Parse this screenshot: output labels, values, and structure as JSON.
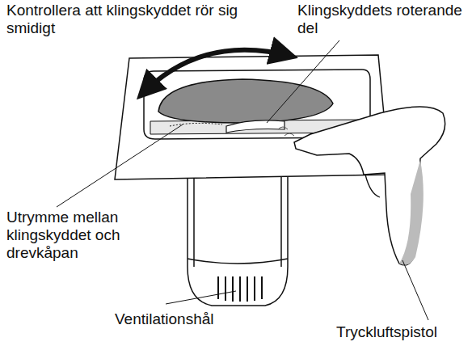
{
  "diagram": {
    "labels": [
      "Kontrollera att klingskyddet rör sig smidigt",
      "Klingskyddets roterande del",
      "Utrymme mellan klingskyddet och drevkåpan",
      "Ventilationshål",
      "Tryckluftspistol"
    ]
  }
}
